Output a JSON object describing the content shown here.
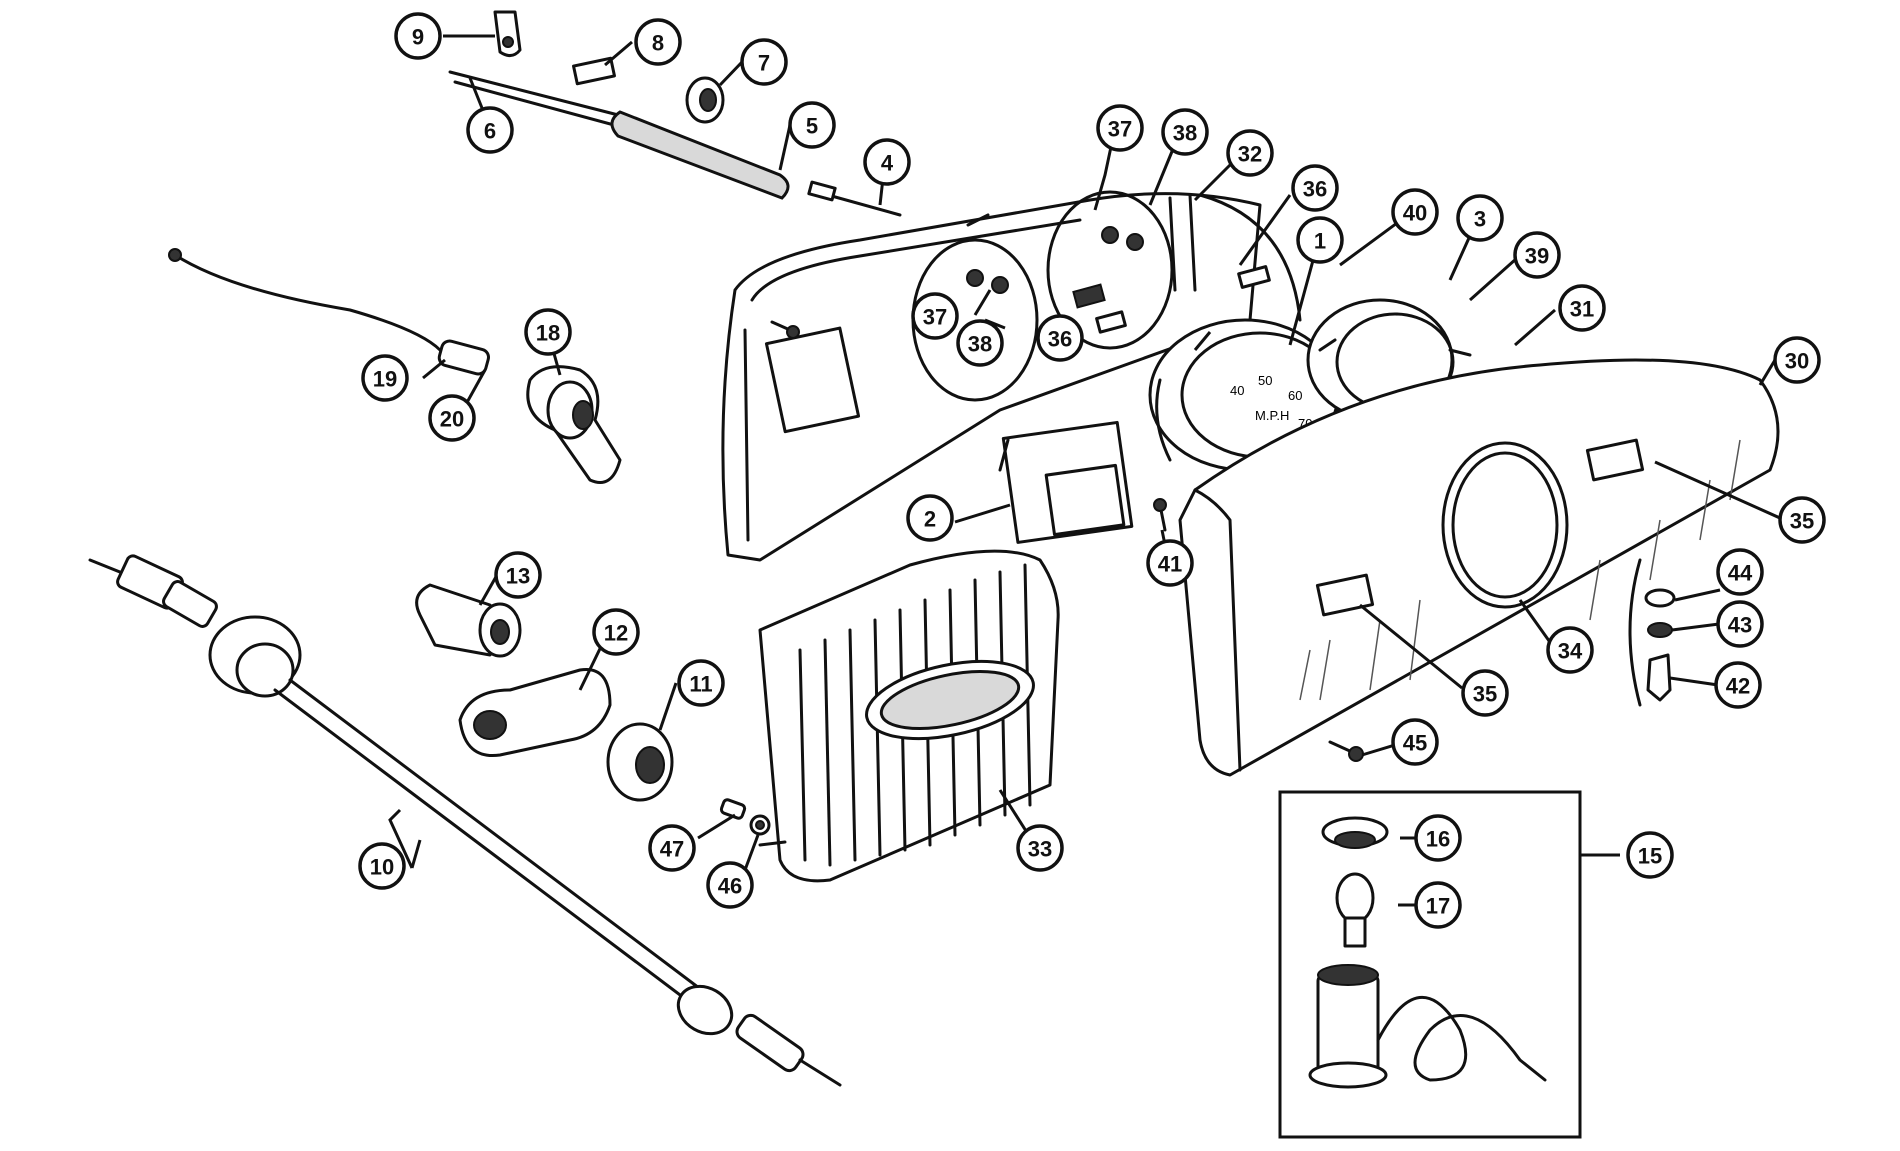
{
  "diagram": {
    "callouts": [
      {
        "id": "c1",
        "label": "1"
      },
      {
        "id": "c2",
        "label": "2"
      },
      {
        "id": "c3",
        "label": "3"
      },
      {
        "id": "c4",
        "label": "4"
      },
      {
        "id": "c5",
        "label": "5"
      },
      {
        "id": "c6",
        "label": "6"
      },
      {
        "id": "c7",
        "label": "7"
      },
      {
        "id": "c8",
        "label": "8"
      },
      {
        "id": "c9",
        "label": "9"
      },
      {
        "id": "c10",
        "label": "10"
      },
      {
        "id": "c11",
        "label": "11"
      },
      {
        "id": "c12",
        "label": "12"
      },
      {
        "id": "c13",
        "label": "13"
      },
      {
        "id": "c15",
        "label": "15"
      },
      {
        "id": "c16",
        "label": "16"
      },
      {
        "id": "c17",
        "label": "17"
      },
      {
        "id": "c18",
        "label": "18"
      },
      {
        "id": "c19",
        "label": "19"
      },
      {
        "id": "c20",
        "label": "20"
      },
      {
        "id": "c30",
        "label": "30"
      },
      {
        "id": "c31",
        "label": "31"
      },
      {
        "id": "c32",
        "label": "32"
      },
      {
        "id": "c33",
        "label": "33"
      },
      {
        "id": "c34",
        "label": "34"
      },
      {
        "id": "c35a",
        "label": "35"
      },
      {
        "id": "c35b",
        "label": "35"
      },
      {
        "id": "c36a",
        "label": "36"
      },
      {
        "id": "c36b",
        "label": "36"
      },
      {
        "id": "c37a",
        "label": "37"
      },
      {
        "id": "c37b",
        "label": "37"
      },
      {
        "id": "c38a",
        "label": "38"
      },
      {
        "id": "c38b",
        "label": "38"
      },
      {
        "id": "c39",
        "label": "39"
      },
      {
        "id": "c40",
        "label": "40"
      },
      {
        "id": "c41",
        "label": "41"
      },
      {
        "id": "c42",
        "label": "42"
      },
      {
        "id": "c43",
        "label": "43"
      },
      {
        "id": "c44",
        "label": "44"
      },
      {
        "id": "c45",
        "label": "45"
      },
      {
        "id": "c46",
        "label": "46"
      },
      {
        "id": "c47",
        "label": "47"
      }
    ],
    "gauge_text": {
      "speedo_unit": "M.P.H",
      "speedo_scale": [
        "40",
        "50",
        "60",
        "70"
      ]
    }
  }
}
